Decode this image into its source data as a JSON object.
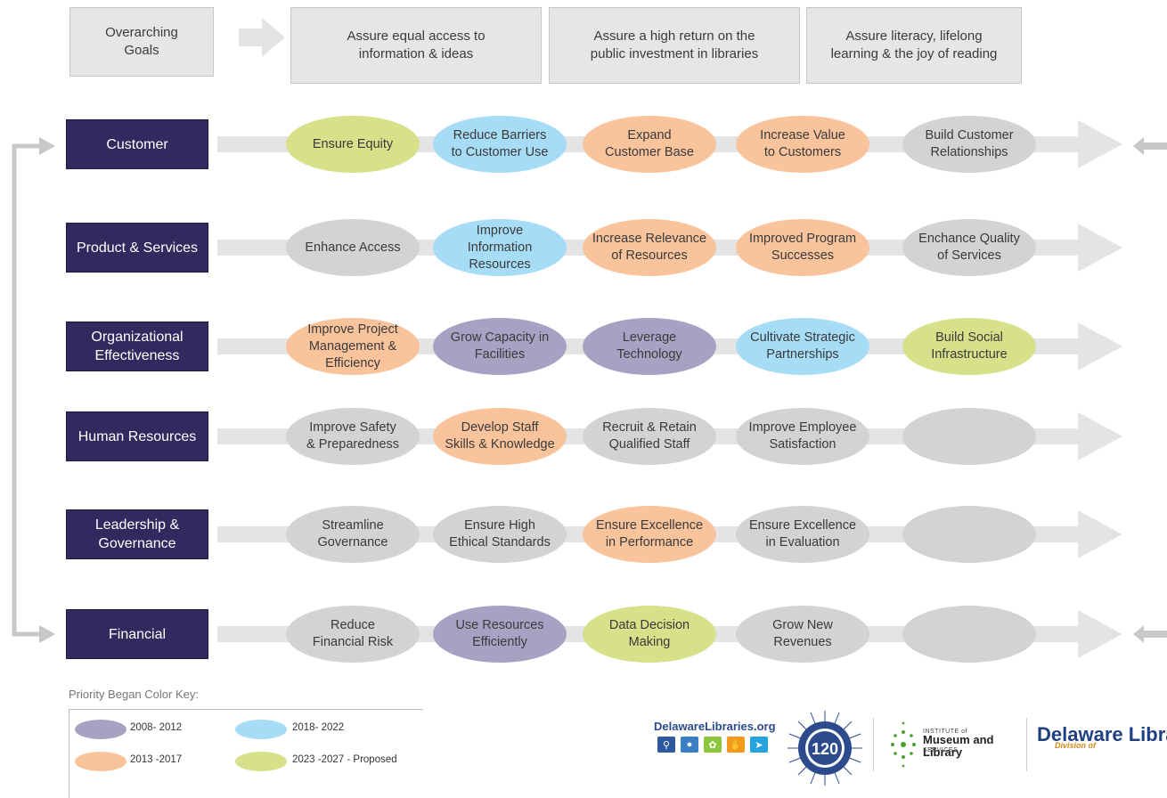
{
  "goals": {
    "label": "Overarching\nGoals",
    "items": [
      "Assure equal access to\ninformation & ideas",
      "Assure a high return on the\npublic investment in libraries",
      "Assure literacy, lifelong\nlearning & the joy of reading"
    ]
  },
  "rows": [
    {
      "label": "Customer",
      "items": [
        {
          "text": "Ensure Equity",
          "color": "green"
        },
        {
          "text": "Reduce Barriers\nto Customer Use",
          "color": "blue"
        },
        {
          "text": "Expand\nCustomer Base",
          "color": "orange"
        },
        {
          "text": "Increase Value\nto Customers",
          "color": "orange"
        },
        {
          "text": "Build Customer\nRelationships",
          "color": "gray"
        }
      ]
    },
    {
      "label": "Product & Services",
      "items": [
        {
          "text": "Enhance Access",
          "color": "gray"
        },
        {
          "text": "Improve\nInformation\nResources",
          "color": "blue"
        },
        {
          "text": "Increase Relevance\nof Resources",
          "color": "orange"
        },
        {
          "text": "Improved Program\nSuccesses",
          "color": "orange"
        },
        {
          "text": "Enchance Quality\nof Services",
          "color": "gray"
        }
      ]
    },
    {
      "label": "Organizational\nEffectiveness",
      "items": [
        {
          "text": "Improve Project\nManagement &\nEfficiency",
          "color": "orange"
        },
        {
          "text": "Grow Capacity in\nFacilities",
          "color": "purple"
        },
        {
          "text": "Leverage\nTechnology",
          "color": "purple"
        },
        {
          "text": "Cultivate Strategic\nPartnerships",
          "color": "blue"
        },
        {
          "text": "Build Social\nInfrastructure",
          "color": "green"
        }
      ]
    },
    {
      "label": "Human Resources",
      "items": [
        {
          "text": "Improve Safety\n& Preparedness",
          "color": "gray"
        },
        {
          "text": "Develop Staff\nSkills & Knowledge",
          "color": "orange"
        },
        {
          "text": "Recruit & Retain\nQualified Staff",
          "color": "gray"
        },
        {
          "text": "Improve Employee\nSatisfaction",
          "color": "gray"
        },
        {
          "text": "",
          "color": "gray"
        }
      ]
    },
    {
      "label": "Leadership &\nGovernance",
      "items": [
        {
          "text": "Streamline\nGovernance",
          "color": "gray"
        },
        {
          "text": "Ensure High\nEthical Standards",
          "color": "gray"
        },
        {
          "text": "Ensure Excellence\nin Performance",
          "color": "orange"
        },
        {
          "text": "Ensure Excellence\nin Evaluation",
          "color": "gray"
        },
        {
          "text": "",
          "color": "gray"
        }
      ]
    },
    {
      "label": "Financial",
      "items": [
        {
          "text": "Reduce\nFinancial Risk",
          "color": "gray"
        },
        {
          "text": "Use Resources\nEfficiently",
          "color": "purple"
        },
        {
          "text": "Data Decision\nMaking",
          "color": "green"
        },
        {
          "text": "Grow New\nRevenues",
          "color": "gray"
        },
        {
          "text": "",
          "color": "gray"
        }
      ]
    }
  ],
  "legend": {
    "title": "Priority Began Color Key:",
    "entries": [
      {
        "label": "2008- 2012",
        "color": "purple"
      },
      {
        "label": "2018- 2022",
        "color": "blue"
      },
      {
        "label": "2013 -2017",
        "color": "orange"
      },
      {
        "label": "2023 -2027 - Proposed",
        "color": "green"
      }
    ]
  },
  "colors": {
    "gray": "#d3d3d3",
    "purple": "#a7a2c4",
    "blue": "#a7dcf6",
    "orange": "#f9c39c",
    "green": "#d7e18a",
    "label_bg": "#32295e",
    "arrow": "#e4e4e4"
  },
  "logos": {
    "delaware_libraries": "DelawareLibraries.org",
    "seal_number": "120",
    "imls": "Museum and Library",
    "imls_sub": "SERVICES",
    "imls_prefix": "INSTITUTE of",
    "dl_main": "Delaware Librari",
    "dl_sub": "Division of"
  }
}
